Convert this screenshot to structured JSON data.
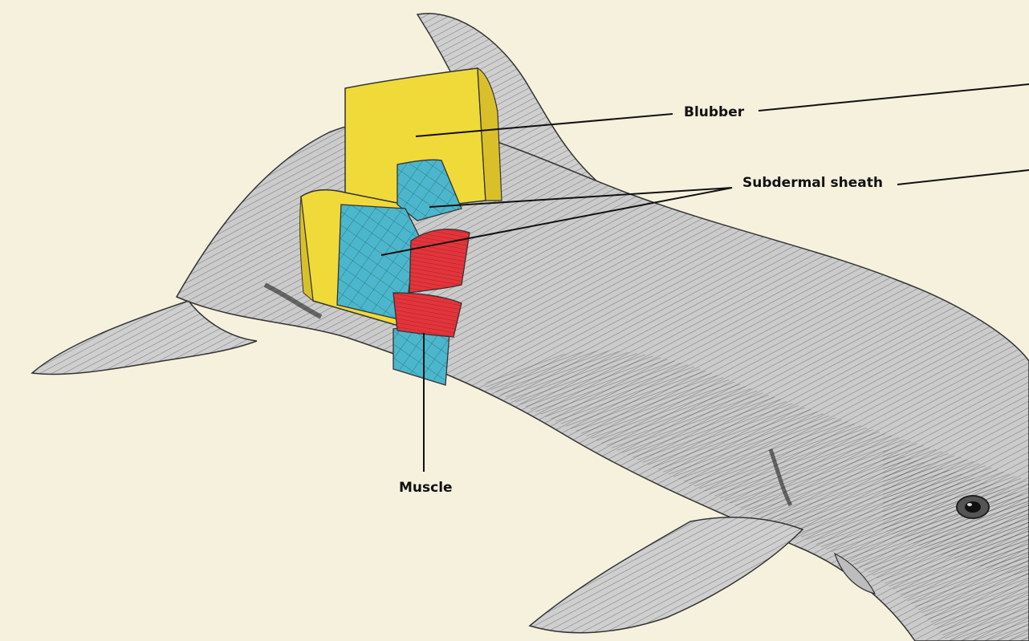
{
  "labels": {
    "blubber": "Blubber",
    "subdermal_sheath": "Subdermal sheath",
    "muscle": "Muscle"
  },
  "colors": {
    "background": "#f6f1dd",
    "skin_base": "#c9c9c9",
    "skin_shade": "#9a9a9a",
    "hatch_line": "#3a3a3a",
    "blubber": "#f0da3a",
    "subdermal_sheath": "#4cb7cc",
    "muscle": "#e2353b",
    "leader_line": "#111111"
  }
}
